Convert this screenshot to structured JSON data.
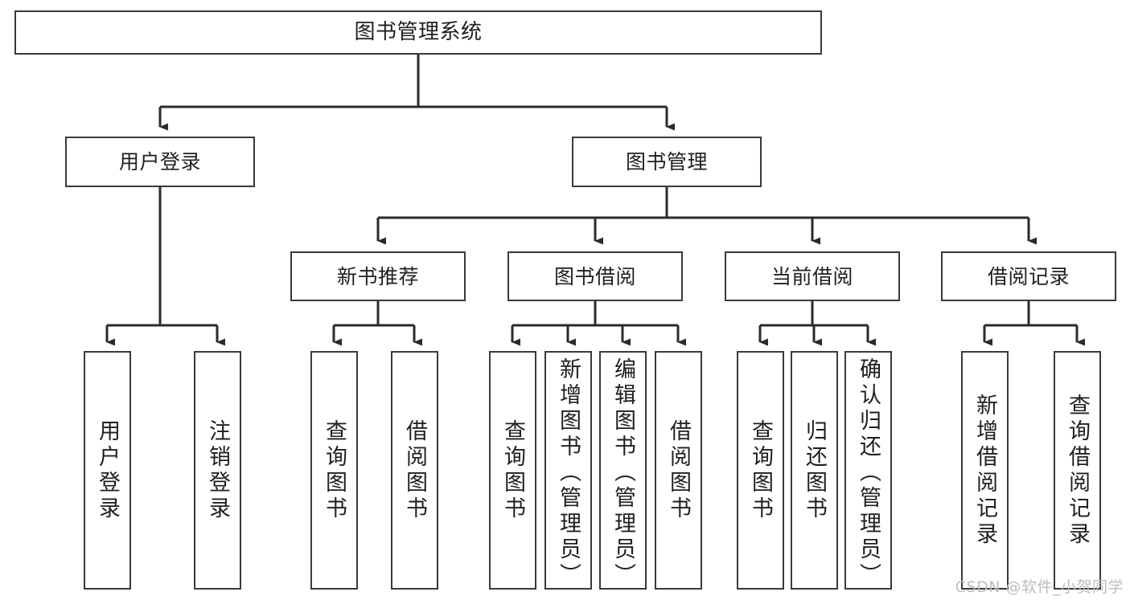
{
  "diagram": {
    "type": "tree-hierarchy",
    "title": "图书管理系统",
    "orientation": "top-down",
    "edge_style": "orthogonal-arrow",
    "colors": {
      "box_border": "#3a3a3a",
      "box_fill": "#ffffff",
      "edge": "#2b2b2b",
      "text": "#1f1f1f",
      "watermark": "#bdbdbd"
    }
  },
  "root": {
    "label": "图书管理系统"
  },
  "level2": [
    {
      "label": "用户登录"
    },
    {
      "label": "图书管理"
    }
  ],
  "level3": [
    {
      "label": "新书推荐"
    },
    {
      "label": "图书借阅"
    },
    {
      "label": "当前借阅"
    },
    {
      "label": "借阅记录"
    }
  ],
  "leaves": {
    "user_login": [
      {
        "label": "用户登录"
      },
      {
        "label": "注销登录"
      }
    ],
    "new_book_recommend": [
      {
        "label": "查询图书"
      },
      {
        "label": "借阅图书"
      }
    ],
    "book_borrow": [
      {
        "label": "查询图书"
      },
      {
        "label": "新增图书（管理员）"
      },
      {
        "label": "编辑图书（管理员）"
      },
      {
        "label": "借阅图书"
      }
    ],
    "current_borrow": [
      {
        "label": "查询图书"
      },
      {
        "label": "归还图书"
      },
      {
        "label": "确认归还（管理员）"
      }
    ],
    "borrow_record": [
      {
        "label": "新增借阅记录"
      },
      {
        "label": "查询借阅记录"
      }
    ]
  },
  "watermark": {
    "text": "CSDN @软件_小贺同学"
  }
}
